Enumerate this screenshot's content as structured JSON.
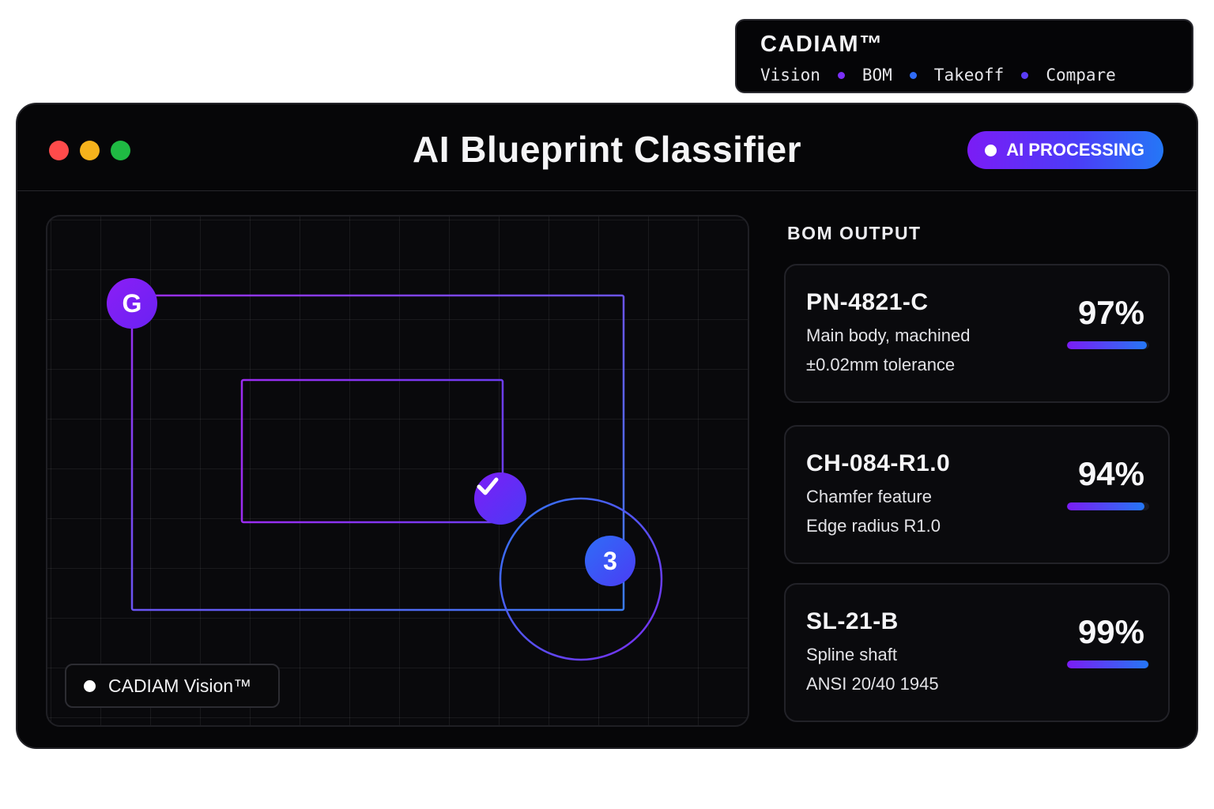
{
  "brand": {
    "title": "CADIAM™",
    "nav": [
      {
        "label": "Vision",
        "dot_color": "#7b2ff7"
      },
      {
        "label": "BOM",
        "dot_color": "#2f6bf6"
      },
      {
        "label": "Takeoff",
        "dot_color": "#5a3cf7"
      },
      {
        "label": "Compare",
        "dot_color": null
      }
    ]
  },
  "window": {
    "title": "AI Blueprint Classifier",
    "traffic_colors": [
      "#ff4b4b",
      "#f5b21c",
      "#1fba43"
    ],
    "badge": {
      "label": "AI PROCESSING"
    }
  },
  "canvas": {
    "markers": {
      "g_label": "G",
      "number_label": "3",
      "check_icon": "check-icon"
    },
    "tag_label": "CADIAM Vision™"
  },
  "bom": {
    "heading": "BOM OUTPUT",
    "items": [
      {
        "part_number": "PN-4821-C",
        "line1": "Main body, machined",
        "line2": "±0.02mm tolerance",
        "confidence": "97%",
        "confidence_value": 97
      },
      {
        "part_number": "CH-084-R1.0",
        "line1": "Chamfer feature",
        "line2": "Edge radius R1.0",
        "confidence": "94%",
        "confidence_value": 94
      },
      {
        "part_number": "SL-21-B",
        "line1": "Spline shaft",
        "line2": "ANSI 20/40 1945",
        "confidence": "99%",
        "confidence_value": 99
      }
    ]
  },
  "colors": {
    "accent_purple": "#7b1cf5",
    "accent_blue": "#2477f6",
    "window_bg": "#060608"
  }
}
